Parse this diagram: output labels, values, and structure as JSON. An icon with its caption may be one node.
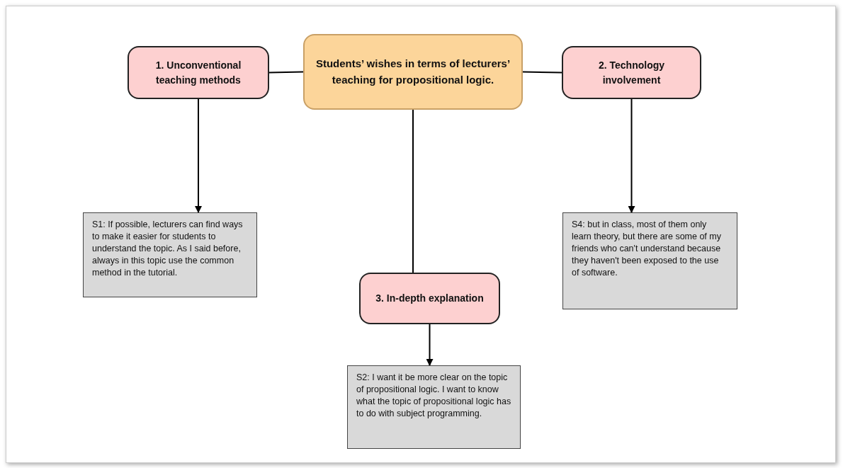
{
  "diagram": {
    "nodes": [
      {
        "text": [
          "Students’ wishes in terms of lecturers’ teaching for propositional logic."
        ]
      },
      {
        "text": [
          "1. Unconventional teaching methods"
        ]
      },
      {
        "text": [
          "2. Technology involvement"
        ]
      },
      {
        "text": [
          "S1: If possible, lecturers can find ways to make it easier for students to understand the topic. As I said before, always in this topic use the common method in the tutorial."
        ]
      },
      {
        "text": [
          "S4: but in class, most of them only learn theory, but there are some of my friends who can't understand because they haven't been exposed to the use of software."
        ]
      },
      {
        "text": [
          "3. In-depth explanation"
        ]
      },
      {
        "text": [
          "S2: I want it be more clear on the topic of propositional logic. I want to know what the topic of propositional logic has to do with subject programming."
        ]
      }
    ],
    "edges": [
      {
        "from": 0,
        "to": 1,
        "arrow": "none"
      },
      {
        "from": 0,
        "to": 2,
        "arrow": "none"
      },
      {
        "from": 1,
        "to": 3,
        "arrow": "to"
      },
      {
        "from": 2,
        "to": 4,
        "arrow": "to"
      },
      {
        "from": 0,
        "to": 5,
        "arrow": "none"
      },
      {
        "from": 5,
        "to": 6,
        "arrow": "to"
      }
    ]
  }
}
